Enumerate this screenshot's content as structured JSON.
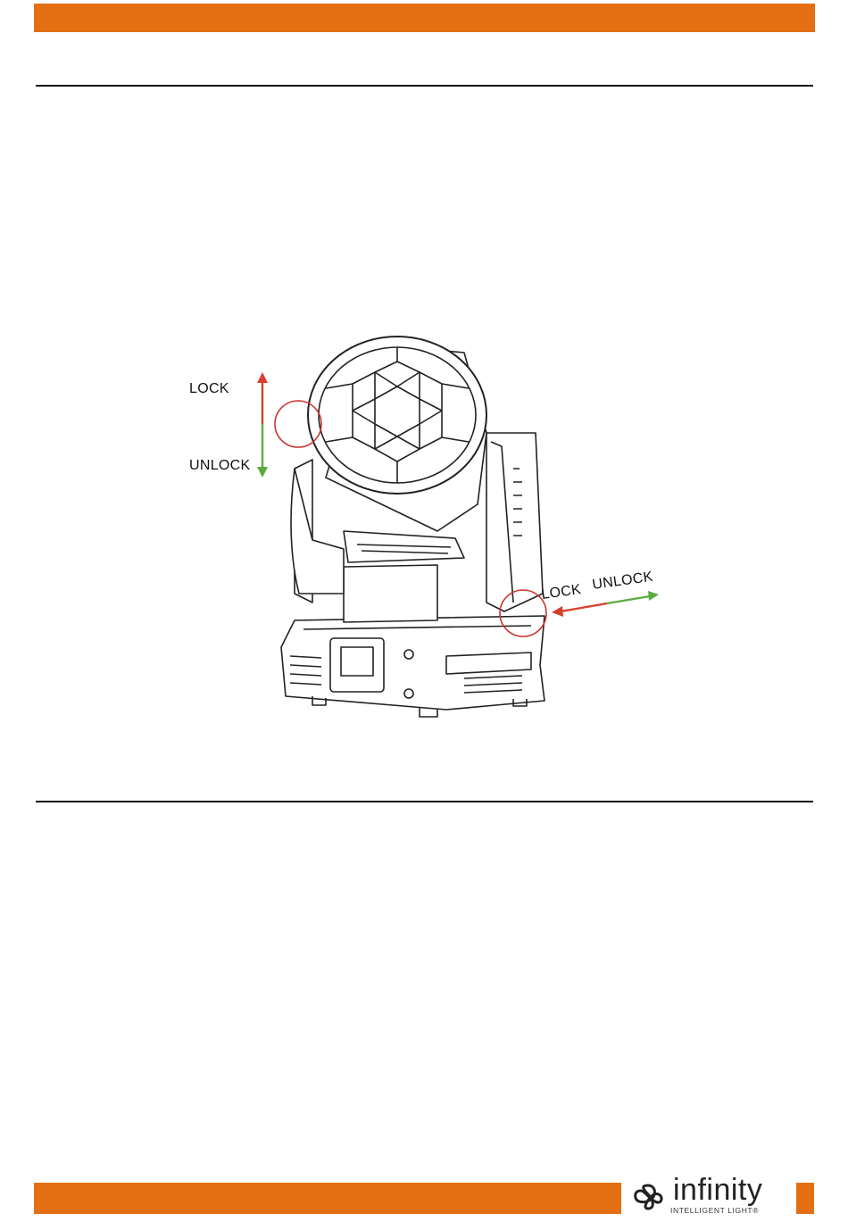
{
  "colors": {
    "accent": "#e46f12",
    "lock_arrow": "#d7402b",
    "unlock_arrow": "#5aad3d",
    "highlight_circle": "#c9362d"
  },
  "figure": {
    "lock_label_top": "LOCK",
    "unlock_label_top": "UNLOCK",
    "lock_label_right": "LOCK",
    "unlock_label_right": "UNLOCK"
  },
  "logo": {
    "wordmark": "infinity",
    "tagline": "INTELLIGENT LIGHT®"
  }
}
